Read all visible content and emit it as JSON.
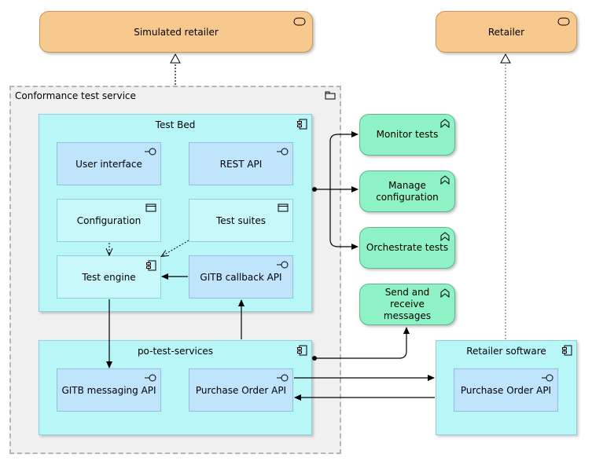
{
  "roles": {
    "simulated_retailer": "Simulated retailer",
    "retailer": "Retailer"
  },
  "conformance": {
    "title": "Conformance test service",
    "test_bed": {
      "title": "Test Bed",
      "user_interface": "User interface",
      "rest_api": "REST API",
      "configuration": "Configuration",
      "test_suites": "Test suites",
      "test_engine": "Test engine",
      "gitb_callback_api": "GITB callback API"
    },
    "po_test_services": {
      "title": "po-test-services",
      "gitb_messaging_api": "GITB messaging API",
      "purchase_order_api": "Purchase Order API"
    }
  },
  "services": {
    "monitor_tests": "Monitor tests",
    "manage_configuration": "Manage configuration",
    "orchestrate_tests": "Orchestrate tests",
    "send_receive_messages": "Send and receive messages"
  },
  "retailer_software": {
    "title": "Retailer software",
    "purchase_order_api": "Purchase Order API"
  },
  "colors": {
    "role_fill": "#f7c98e",
    "component_fill": "#b8f6f8",
    "interface_fill": "#bfe4fb",
    "service_fill": "#8ef2c5",
    "group_fill": "#f0f0f0"
  }
}
